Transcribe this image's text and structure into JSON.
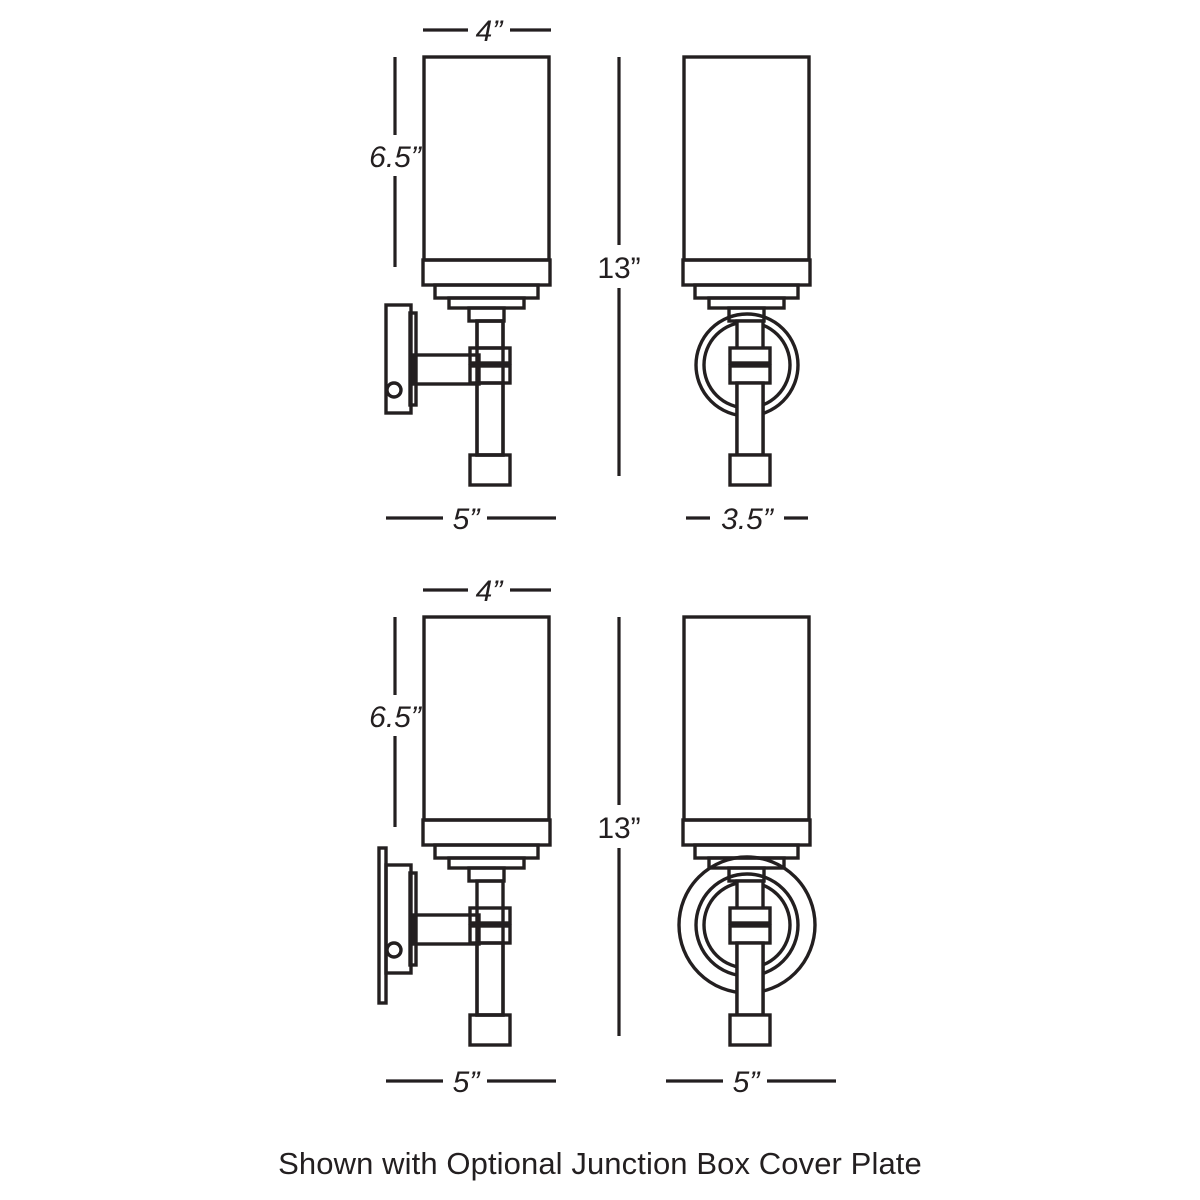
{
  "page": {
    "caption": "Shown with Optional Junction Box Cover Plate",
    "line_color": "#231f20",
    "background_color": "#ffffff"
  },
  "diagrams": [
    {
      "id": "standard-sconce",
      "views": [
        {
          "name": "front-view",
          "dimensions": {
            "width_top": "4”",
            "height_shade": "6.5”",
            "width_bottom": "5”"
          }
        },
        {
          "name": "side-view",
          "dimensions": {
            "width_bottom": "3.5”"
          }
        }
      ],
      "overall_height": "13”"
    },
    {
      "id": "sconce-with-cover-plate",
      "views": [
        {
          "name": "front-view",
          "dimensions": {
            "width_top": "4”",
            "height_shade": "6.5”",
            "width_bottom": "5”"
          }
        },
        {
          "name": "side-view",
          "dimensions": {
            "width_bottom": "5”"
          }
        }
      ],
      "overall_height": "13”"
    }
  ],
  "labels": {
    "top_left_width": "4”",
    "top_left_shade_height": "6.5”",
    "top_overall_height": "13”",
    "top_left_base_width": "5”",
    "top_right_base_width": "3.5”",
    "bottom_left_width": "4”",
    "bottom_left_shade_height": "6.5”",
    "bottom_overall_height": "13”",
    "bottom_left_base_width": "5”",
    "bottom_right_base_width": "5”"
  }
}
